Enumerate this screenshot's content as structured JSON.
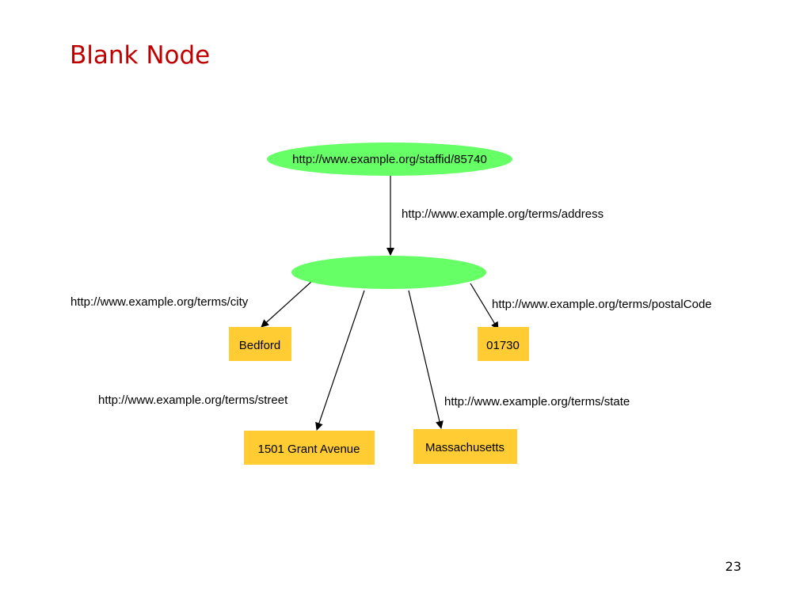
{
  "slide": {
    "title": "Blank Node",
    "page_number": "23"
  },
  "colors": {
    "title": "#c00000",
    "resource_node": "#66ff66",
    "literal_node": "#ffcc33",
    "edge": "#000000"
  },
  "diagram": {
    "nodes": {
      "subject": {
        "label": "http://www.example.org/staffid/85740",
        "shape": "ellipse"
      },
      "blank": {
        "label": "",
        "shape": "ellipse"
      },
      "city": {
        "label": "Bedford",
        "shape": "rectangle"
      },
      "postal_code": {
        "label": "01730",
        "shape": "rectangle"
      },
      "street": {
        "label": "1501 Grant Avenue",
        "shape": "rectangle"
      },
      "state": {
        "label": "Massachusetts",
        "shape": "rectangle"
      }
    },
    "edges": {
      "address": {
        "from": "subject",
        "to": "blank",
        "label": "http://www.example.org/terms/address"
      },
      "city": {
        "from": "blank",
        "to": "city",
        "label": "http://www.example.org/terms/city"
      },
      "postal_code": {
        "from": "blank",
        "to": "postal_code",
        "label": "http://www.example.org/terms/postalCode"
      },
      "street": {
        "from": "blank",
        "to": "street",
        "label": "http://www.example.org/terms/street"
      },
      "state": {
        "from": "blank",
        "to": "state",
        "label": "http://www.example.org/terms/state"
      }
    }
  }
}
